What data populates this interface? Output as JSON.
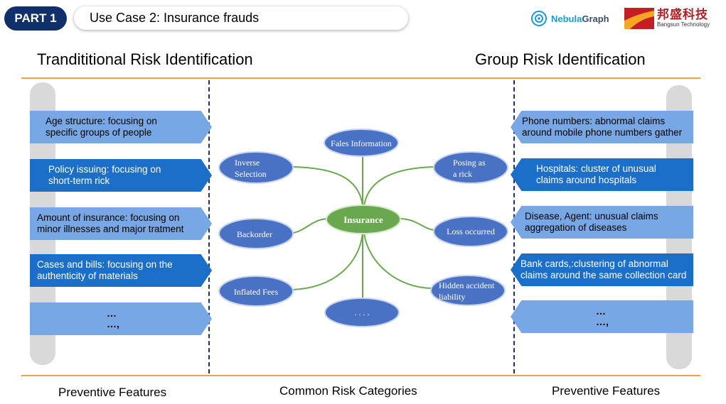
{
  "header": {
    "part_label": "PART 1",
    "title": "Use Case 2: Insurance frauds",
    "logo_nebula_a": "Nebula",
    "logo_nebula_b": "Graph",
    "logo_bangsun_cn": "邦盛科技",
    "logo_bangsun_en": "Bangsun Technology"
  },
  "headings": {
    "left": "Trandititional Risk Identification",
    "right": "Group Risk Identification"
  },
  "left_features": [
    {
      "line1": "Age structure: focusing on",
      "line2": "specific groups of people",
      "style": "light"
    },
    {
      "line1": "Policy issuing: focusing on",
      "line2": "short-term rick",
      "style": "dark"
    },
    {
      "line1": "Amount of insurance: focusing on",
      "line2": "minor illnesses and major tratment",
      "style": "light"
    },
    {
      "line1": "Cases and bills: focusing on the",
      "line2": "authenticity of materials",
      "style": "dark"
    },
    {
      "line1": "…",
      "line2": "…,",
      "style": "light"
    }
  ],
  "right_features": [
    {
      "line1": "Phone numbers: abnormal claims",
      "line2": "around mobile phone numbers gather",
      "style": "light"
    },
    {
      "line1": "Hospitals: cluster of unusual",
      "line2": "claims around hospitals",
      "style": "dark"
    },
    {
      "line1": "Disease, Agent: unusual claims",
      "line2": "aggregation of diseases",
      "style": "light"
    },
    {
      "line1": "Bank cards,:clustering of abnormal",
      "line2": "claims around the same collection card",
      "style": "dark"
    },
    {
      "line1": "…",
      "line2": "…,",
      "style": "light"
    }
  ],
  "mindmap": {
    "center": "Insurance",
    "nodes": [
      {
        "id": "fales",
        "line1": "Fales Information",
        "line2": ""
      },
      {
        "id": "inverse",
        "line1": "Inverse",
        "line2": "Selection"
      },
      {
        "id": "posing",
        "line1": "Posing as",
        "line2": "a rick"
      },
      {
        "id": "backorder",
        "line1": "Backorder",
        "line2": ""
      },
      {
        "id": "loss",
        "line1": "Loss occurred",
        "line2": ""
      },
      {
        "id": "inflated",
        "line1": "Inflated Fees",
        "line2": ""
      },
      {
        "id": "hidden",
        "line1": "Hidden accident",
        "line2": "liability"
      },
      {
        "id": "more",
        "line1": ". . . .",
        "line2": ""
      }
    ],
    "colors": {
      "node": "#4a72c4",
      "node_stroke": "#c9d5ee",
      "center": "#6aa84f",
      "branch": "#6aa84f"
    }
  },
  "footer": {
    "left": "Preventive Features",
    "center": "Common Risk Categories",
    "right": "Preventive Features"
  }
}
